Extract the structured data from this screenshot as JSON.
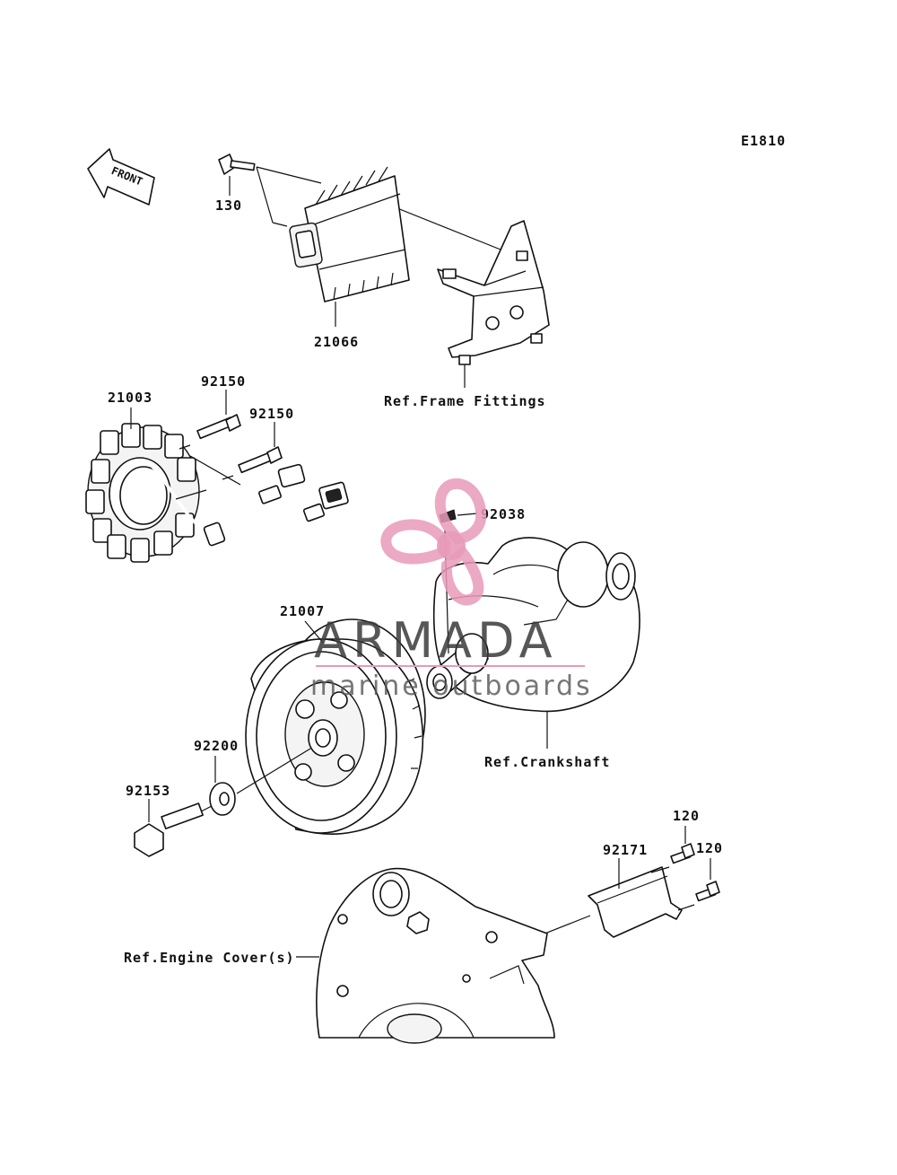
{
  "diagram_code": "E1810",
  "direction_label": "FRONT",
  "watermark": {
    "brand": "ARMADA",
    "tagline": "marine outboards",
    "logo_color": "#e79ab8",
    "text_color": "#3a3a3a"
  },
  "parts": [
    {
      "id": "p130",
      "number": "130"
    },
    {
      "id": "p21066",
      "number": "21066"
    },
    {
      "id": "p21003",
      "number": "21003"
    },
    {
      "id": "p92150a",
      "number": "92150"
    },
    {
      "id": "p92150b",
      "number": "92150"
    },
    {
      "id": "p92038",
      "number": "92038"
    },
    {
      "id": "p21007",
      "number": "21007"
    },
    {
      "id": "p92200",
      "number": "92200"
    },
    {
      "id": "p92153",
      "number": "92153"
    },
    {
      "id": "p120a",
      "number": "120"
    },
    {
      "id": "p120b",
      "number": "120"
    },
    {
      "id": "p92171",
      "number": "92171"
    }
  ],
  "references": {
    "frame": "Ref.Frame Fittings",
    "crankshaft": "Ref.Crankshaft",
    "engine_cover": "Ref.Engine Cover(s)"
  }
}
